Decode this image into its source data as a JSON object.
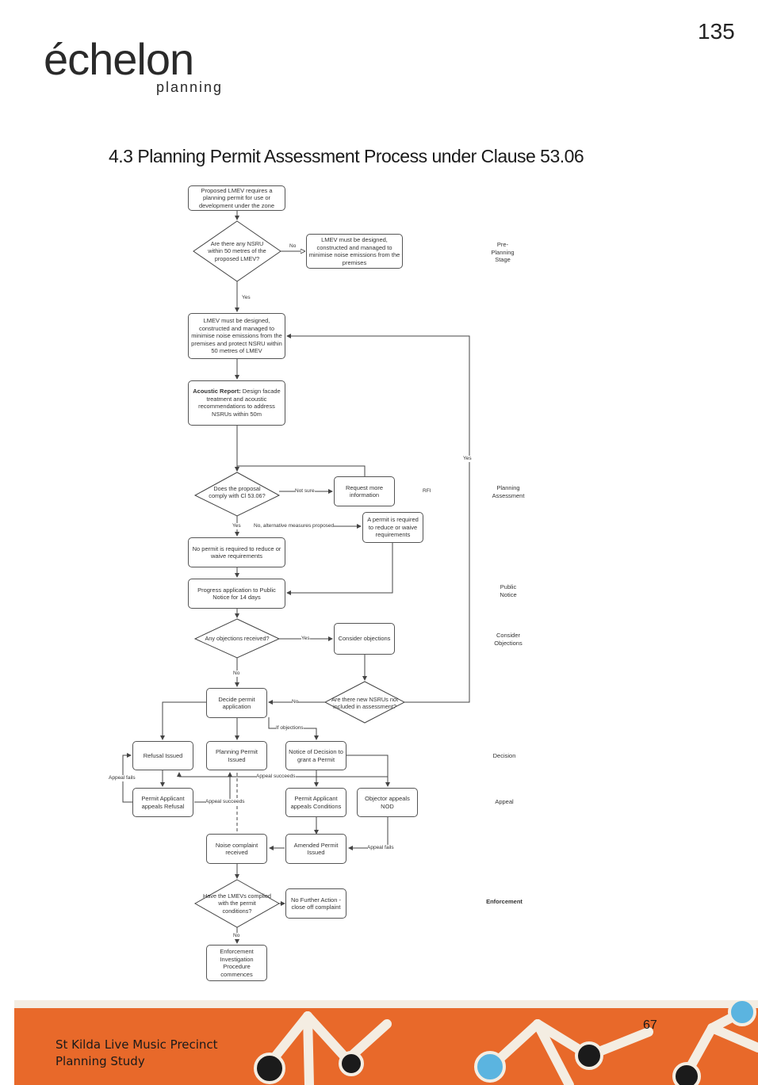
{
  "page_number": "135",
  "logo": {
    "text": "échelon",
    "sub": "planning"
  },
  "heading": "4.3  Planning Permit Assessment Process under Clause 53.06",
  "nodes": {
    "n1": "Proposed LMEV requires a planning permit for use or development under the zone",
    "d1": "Are there any NSRU within 50 metres of the proposed LMEV?",
    "n2": "LMEV must be designed, constructed and managed to minimise noise emissions from the premises",
    "n3": "LMEV must be designed, constructed and managed to minimise noise emissions from the premises and protect NSRU within 50 metres of LMEV",
    "n4_bold": "Acoustic Report:",
    "n4_rest": " Design facade treatment and acoustic recommendations to address NSRUs within 50m",
    "d2": "Does the proposal comply with Cl 53.06?",
    "n5": "Request more information",
    "n6": "A permit is required to reduce or waive requirements",
    "n7": "No permit is required to reduce or waive requirements",
    "n8": "Progress application to Public Notice for 14 days",
    "d3": "Any objections received?",
    "n9": "Consider objections",
    "d4": "Are there new NSRUs not included in assessment?",
    "n10": "Decide permit application",
    "n11": "Refusal Issued",
    "n12": "Planning Permit Issued",
    "n13": "Notice of Decision to grant a Permit",
    "n14": "Permit Applicant appeals Refusal",
    "n15": "Permit Applicant appeals Conditions",
    "n16": "Objector appeals NOD",
    "n17": "Noise complaint received",
    "n18": "Amended Permit Issued",
    "d5": "Have the LMEVs complied with the permit conditions?",
    "n19": "No Further Action - close off complaint",
    "n20": "Enforcement Investigation Procedure commences"
  },
  "edge_labels": {
    "no1": "No",
    "yes1": "Yes",
    "yes_loop": "Yes",
    "not_sure": "Not sure",
    "rfi": "RFI",
    "yes2": "Yes",
    "no_alt": "No, alternative measures proposed",
    "yes3": "Yes",
    "no3": "No",
    "no4": "No",
    "if_objections": "If objections",
    "appeal_succeeds_top": "Appeal succeeds",
    "appeal_fails_left": "Appeal fails",
    "appeal_succeeds_mid": "Appeal succeeds",
    "appeal_fails_right": "Appeal fails",
    "no5": "No"
  },
  "stages": {
    "pre": "Pre-\nPlanning\nStage",
    "assess": "Planning\nAssessment",
    "notice": "Public\nNotice",
    "consider": "Consider\nObjections",
    "decision": "Decision",
    "appeal": "Appeal",
    "enforcement": "Enforcement"
  },
  "footer": {
    "line1": "St Kilda Live Music Precinct",
    "line2": "Planning Study",
    "page": "67"
  },
  "colors": {
    "footer_orange": "#e8692a",
    "dot_dark": "#1b1b1b",
    "dot_blue": "#5bb4e0"
  }
}
